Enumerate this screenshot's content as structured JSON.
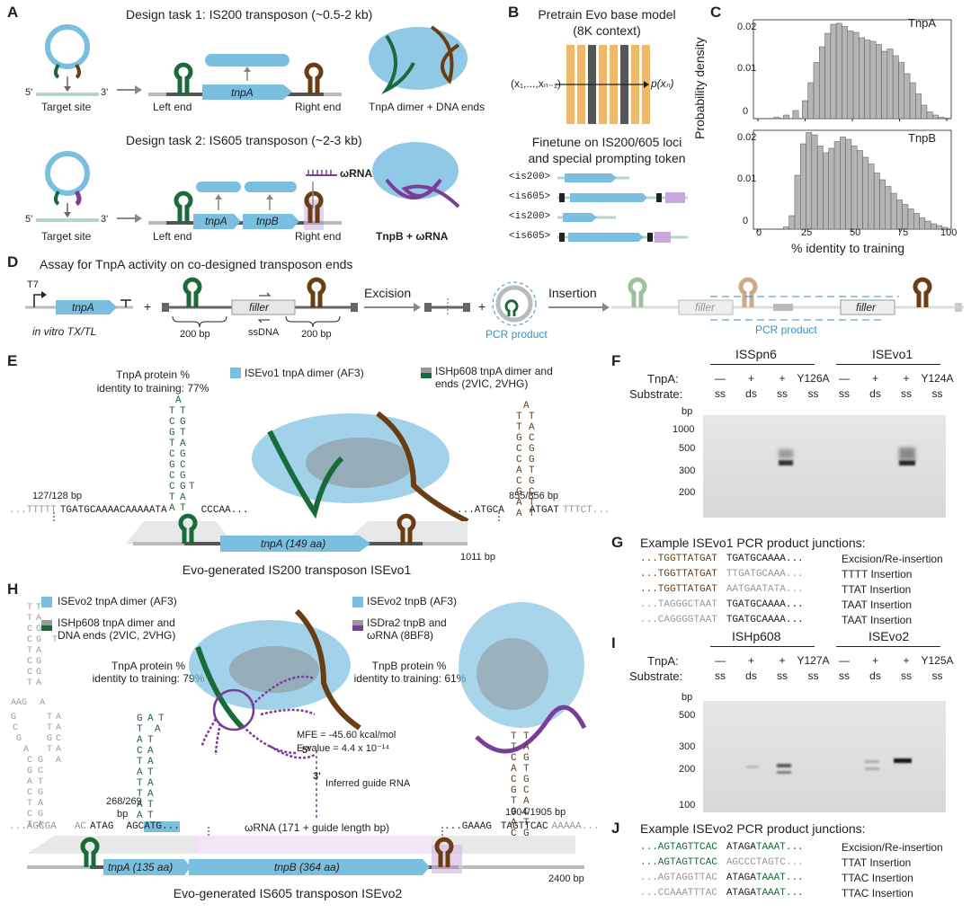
{
  "panels": {
    "A": {
      "label": "A",
      "task1_title": "Design task 1: IS200 transposon (~0.5-2 kb)",
      "task2_title": "Design task 2: IS605 transposon (~2-3 kb)",
      "five_prime": "5'",
      "three_prime": "3'",
      "target_site": "Target site",
      "left_end": "Left end",
      "right_end": "Right end",
      "tnpA": "tnpA",
      "tnpB": "tnpB",
      "omega_rna": "ωRNA",
      "tnpA_caption": "TnpA dimer + DNA ends",
      "tnpB_caption": "TnpB + ωRNA"
    },
    "B": {
      "label": "B",
      "pretrain_line1": "Pretrain Evo base model",
      "pretrain_line2": "(8K context)",
      "input_expr": "(x₁,...,xₙ₋₁)",
      "output_expr": "p(xₙ)",
      "finetune_line1": "Finetune on IS200/605 loci",
      "finetune_line2": "and special prompting token",
      "tokens": [
        "<is200>",
        "<is605>",
        "<is200>",
        "<is605>"
      ]
    },
    "C": {
      "label": "C",
      "ylabel": "Probability density",
      "xlabel": "% identity to training",
      "xticks": [
        "0",
        "25",
        "50",
        "75",
        "100"
      ],
      "top_title": "TnpA",
      "bottom_title": "TnpB",
      "yticks": [
        "0",
        "0.01",
        "0.02"
      ]
    },
    "D": {
      "label": "D",
      "title": "Assay for TnpA activity on co-designed transposon ends",
      "t7": "T7",
      "tnpA": "tnpA",
      "invitro": "in vitro TX/TL",
      "plus1": "+",
      "filler": "filler",
      "bp_left": "200 bp",
      "ssdna": "ssDNA",
      "bp_right": "200 bp",
      "excision": "Excision",
      "plus2": "+",
      "insertion": "Insertion",
      "pcr_product": "PCR product",
      "pcr_product2": "PCR product",
      "filler2": "filler",
      "filler3": "filler"
    },
    "E": {
      "label": "E",
      "identity_line1": "TnpA protein %",
      "identity_line2": "identity to training: 77%",
      "legend1": "ISEvo1 tnpA dimer (AF3)",
      "legend2_line1": "ISHp608 tnpA dimer and",
      "legend2_line2": "ends (2VIC, 2VHG)",
      "left_pos": "127/128 bp",
      "right_pos": "855/856 bp",
      "left_seq_gray": "...TTTTT",
      "left_seq_black": "TGATGCAAAACAAAAATA",
      "left_seq_tail": "CCCAA...",
      "right_seq_black": "...ATGCA",
      "right_seq_mid": "ATGAT",
      "right_seq_gray": "TTTCT...",
      "gene_label": "tnpA (149 aa)",
      "length": "1011 bp",
      "caption": "Evo-generated IS200 transposon ISEvo1"
    },
    "F": {
      "label": "F",
      "group1": "ISSpn6",
      "group2": "ISEvo1",
      "row_tnpA": "TnpA:",
      "row_substrate": "Substrate:",
      "tnpA_cols": [
        "—",
        "+",
        "+",
        "Y126A",
        "—",
        "+",
        "+",
        "Y124A"
      ],
      "substrate_cols": [
        "ss",
        "ds",
        "ss",
        "ss",
        "ss",
        "ds",
        "ss",
        "ss"
      ],
      "bp_unit": "bp",
      "ladder": [
        "1000",
        "500",
        "300",
        "200"
      ]
    },
    "G": {
      "label": "G",
      "title": "Example ISEvo1 PCR product junctions:",
      "rows": [
        {
          "left": "...TGGTTATGAT",
          "right": "TGATGCAAAA...",
          "type": "Excision/Re-insertion"
        },
        {
          "left": "...TGGTTATGAT",
          "right": "TTGATGCAAA...",
          "type": "TTTT Insertion"
        },
        {
          "left": "...TGGTTATGAT",
          "right": "AATGAATATA...",
          "type": "TTAT Insertion"
        },
        {
          "left": "...TAGGGCTAAT",
          "right": "TGATGCAAAA...",
          "type": "TAAT Insertion"
        },
        {
          "left": "...CAGGGGTAAT",
          "right": "TGATGCAAAA...",
          "type": "TAAT Insertion"
        }
      ]
    },
    "H": {
      "label": "H",
      "legend1": "ISEvo2 tnpA dimer (AF3)",
      "legend2_line1": "ISHp608 tnpA dimer and",
      "legend2_line2": "DNA ends (2VIC, 2VHG)",
      "legend3": "ISEvo2 tnpB (AF3)",
      "legend4_line1": "ISDra2 tnpB and",
      "legend4_line2": "ωRNA (8BF8)",
      "tnpA_identity_line1": "TnpA protein %",
      "tnpA_identity_line2": "identity to training: 79%",
      "tnpB_identity_line1": "TnpB protein %",
      "tnpB_identity_line2": "identity to training: 61%",
      "mfe": "MFE = -45.60 kcal/mol",
      "evalue": "E-value = 4.4 x 10⁻¹⁴",
      "five_prime": "5'",
      "three_prime": "3'",
      "guide": "Inferred guide RNA",
      "omega_caption": "ωRNA (171 + guide length bp)",
      "left_pos": "268/269",
      "bp": "bp",
      "left_seq_gray": "...AGCGA",
      "left_seq_ac": "AC",
      "left_seq_black": "ATAG",
      "left_seq_agc": "AGC",
      "left_seq_atg": "ATG...",
      "right_pos": "1904/1905 bp",
      "right_seq_black": "...GAAAG",
      "right_seq_mid": "TAGTTCAC",
      "right_seq_gray": "AAAAA...",
      "gene1": "tnpA (135 aa)",
      "gene2": "tnpB (364 aa)",
      "length": "2400 bp",
      "caption": "Evo-generated IS605 transposon ISEvo2"
    },
    "I": {
      "label": "I",
      "group1": "ISHp608",
      "group2": "ISEvo2",
      "row_tnpA": "TnpA:",
      "row_substrate": "Substrate:",
      "tnpA_cols": [
        "—",
        "+",
        "+",
        "Y127A",
        "—",
        "+",
        "+",
        "Y125A"
      ],
      "substrate_cols": [
        "ss",
        "ds",
        "ss",
        "ss",
        "ss",
        "ds",
        "ss",
        "ss"
      ],
      "bp_unit": "bp",
      "ladder": [
        "500",
        "300",
        "200",
        "100"
      ]
    },
    "J": {
      "label": "J",
      "title": "Example ISEvo2 PCR product junctions:",
      "rows": [
        {
          "left": "...AGTAGTTCAC",
          "right_a": "ATAGA",
          "right_b": "TAAAT...",
          "type": "Excision/Re-insertion"
        },
        {
          "left": "...AGTAGTTCAC",
          "right_a": "AGCCCTAGTC...",
          "right_b": "",
          "type": "TTAT Insertion"
        },
        {
          "left": "...AGTAGGTTAC",
          "right_a": "ATAGA",
          "right_b": "TAAAT...",
          "type": "TTAC Insertion"
        },
        {
          "left": "...CCAAATTTAC",
          "right_a": "ATAGA",
          "right_b": "TAAAT...",
          "type": "TTAC Insertion"
        }
      ]
    }
  },
  "colors": {
    "blue": "#7bbfe0",
    "green": "#1a6b3a",
    "brown": "#6b3d12",
    "purple": "#7a3d98",
    "orange": "#f0b86a",
    "gray": "#888888"
  },
  "chart_data": [
    {
      "type": "bar",
      "title": "TnpA",
      "xlabel": "% identity to training",
      "ylabel": "Probability density",
      "xlim": [
        0,
        100
      ],
      "ylim": [
        0,
        0.022
      ],
      "x": [
        5,
        10,
        15,
        20,
        25,
        28,
        31,
        34,
        37,
        40,
        43,
        46,
        49,
        52,
        55,
        58,
        61,
        64,
        67,
        70,
        73,
        76,
        79,
        82,
        85,
        88,
        91,
        94,
        97,
        100
      ],
      "values": [
        0,
        0.0003,
        0.0008,
        0.0018,
        0.004,
        0.008,
        0.0125,
        0.016,
        0.019,
        0.021,
        0.0212,
        0.0205,
        0.0195,
        0.0192,
        0.018,
        0.0175,
        0.0172,
        0.0165,
        0.015,
        0.0155,
        0.014,
        0.0125,
        0.01,
        0.008,
        0.0055,
        0.003,
        0.0015,
        0.0008,
        0.0003,
        0.0001
      ]
    },
    {
      "type": "bar",
      "title": "TnpB",
      "xlabel": "% identity to training",
      "ylabel": "Probability density",
      "xlim": [
        0,
        100
      ],
      "ylim": [
        0,
        0.022
      ],
      "x": [
        15,
        18,
        21,
        24,
        27,
        30,
        33,
        36,
        39,
        42,
        45,
        48,
        51,
        54,
        57,
        60,
        63,
        66,
        69,
        72,
        75,
        78,
        81,
        84,
        87,
        90,
        93,
        96,
        99
      ],
      "values": [
        0.0005,
        0.003,
        0.012,
        0.019,
        0.0215,
        0.021,
        0.0185,
        0.017,
        0.018,
        0.0195,
        0.0205,
        0.02,
        0.0185,
        0.0175,
        0.016,
        0.0145,
        0.0125,
        0.011,
        0.0095,
        0.008,
        0.0065,
        0.0055,
        0.0045,
        0.0035,
        0.0025,
        0.0018,
        0.0012,
        0.0008,
        0.0004
      ]
    }
  ]
}
